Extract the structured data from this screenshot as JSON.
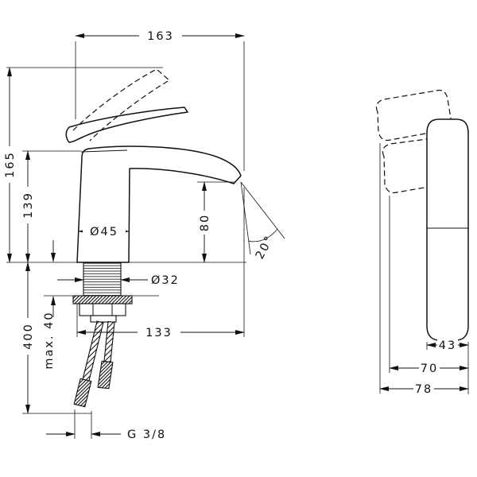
{
  "drawing": {
    "side_view": {
      "top_width": "163",
      "total_height": "165",
      "body_height": "139",
      "base_diameter": "Ø45",
      "outlet_height": "80",
      "outlet_angle": "20°",
      "shank_diameter": "Ø32",
      "spout_reach": "133",
      "deck_thickness_max": "max. 40",
      "hose_length": "400",
      "thread_size": "G 3/8"
    },
    "front_view": {
      "handle_width": "43",
      "body_depth": "70",
      "total_depth": "78"
    }
  }
}
